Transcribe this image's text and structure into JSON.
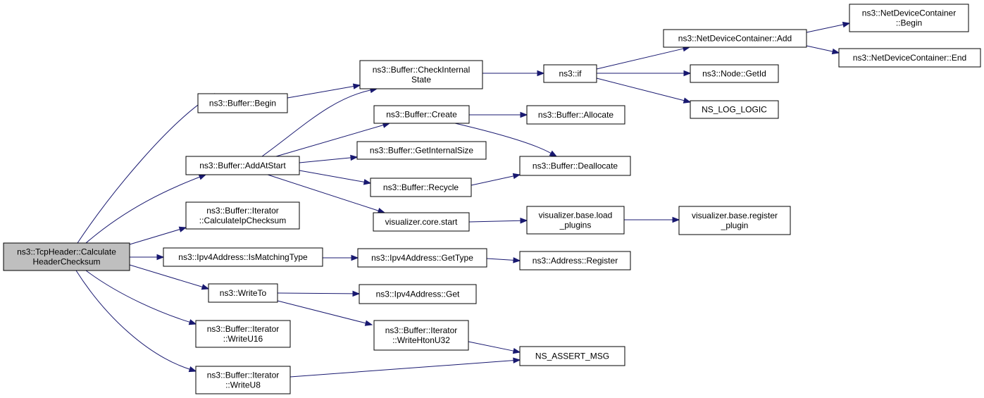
{
  "colors": {
    "edge": "#191970",
    "root_fill": "#bfbfbf",
    "node_fill": "#ffffff",
    "node_border": "#000000"
  },
  "nodes": [
    {
      "id": "calc_header_checksum",
      "lines": [
        "ns3::TcpHeader::Calculate",
        "HeaderChecksum"
      ],
      "root": true
    },
    {
      "id": "buffer_begin",
      "lines": [
        "ns3::Buffer::Begin"
      ]
    },
    {
      "id": "buffer_add_at_start",
      "lines": [
        "ns3::Buffer::AddAtStart"
      ]
    },
    {
      "id": "iterator_calc_ip_checksum",
      "lines": [
        "ns3::Buffer::Iterator",
        "::CalculateIpChecksum"
      ]
    },
    {
      "id": "ipv4_is_matching_type",
      "lines": [
        "ns3::Ipv4Address::IsMatchingType"
      ]
    },
    {
      "id": "write_to",
      "lines": [
        "ns3::WriteTo"
      ]
    },
    {
      "id": "iterator_write_u16",
      "lines": [
        "ns3::Buffer::Iterator",
        "::WriteU16"
      ]
    },
    {
      "id": "iterator_write_u8",
      "lines": [
        "ns3::Buffer::Iterator",
        "::WriteU8"
      ]
    },
    {
      "id": "buffer_check_internal_state",
      "lines": [
        "ns3::Buffer::CheckInternal",
        "State"
      ]
    },
    {
      "id": "buffer_create",
      "lines": [
        "ns3::Buffer::Create"
      ]
    },
    {
      "id": "buffer_get_internal_size",
      "lines": [
        "ns3::Buffer::GetInternalSize"
      ]
    },
    {
      "id": "buffer_recycle",
      "lines": [
        "ns3::Buffer::Recycle"
      ]
    },
    {
      "id": "visualizer_core_start",
      "lines": [
        "visualizer.core.start"
      ]
    },
    {
      "id": "ipv4_get_type",
      "lines": [
        "ns3::Ipv4Address::GetType"
      ]
    },
    {
      "id": "ipv4_get",
      "lines": [
        "ns3::Ipv4Address::Get"
      ]
    },
    {
      "id": "iterator_write_hton_u32",
      "lines": [
        "ns3::Buffer::Iterator",
        "::WriteHtonU32"
      ]
    },
    {
      "id": "ns3_if",
      "lines": [
        "ns3::if"
      ]
    },
    {
      "id": "buffer_allocate",
      "lines": [
        "ns3::Buffer::Allocate"
      ]
    },
    {
      "id": "buffer_deallocate",
      "lines": [
        "ns3::Buffer::Deallocate"
      ]
    },
    {
      "id": "visualizer_load_plugins",
      "lines": [
        "visualizer.base.load",
        "_plugins"
      ]
    },
    {
      "id": "address_register",
      "lines": [
        "ns3::Address::Register"
      ]
    },
    {
      "id": "ns_assert_msg",
      "lines": [
        "NS_ASSERT_MSG"
      ]
    },
    {
      "id": "netdevicecontainer_add",
      "lines": [
        "ns3::NetDeviceContainer::Add"
      ]
    },
    {
      "id": "node_get_id",
      "lines": [
        "ns3::Node::GetId"
      ]
    },
    {
      "id": "ns_log_logic",
      "lines": [
        "NS_LOG_LOGIC"
      ]
    },
    {
      "id": "visualizer_register_plugin",
      "lines": [
        "visualizer.base.register",
        "_plugin"
      ]
    },
    {
      "id": "netdevicecontainer_begin",
      "lines": [
        "ns3::NetDeviceContainer",
        "::Begin"
      ]
    },
    {
      "id": "netdevicecontainer_end",
      "lines": [
        "ns3::NetDeviceContainer::End"
      ]
    }
  ],
  "edges": [
    [
      "calc_header_checksum",
      "buffer_begin"
    ],
    [
      "calc_header_checksum",
      "buffer_add_at_start"
    ],
    [
      "calc_header_checksum",
      "iterator_calc_ip_checksum"
    ],
    [
      "calc_header_checksum",
      "ipv4_is_matching_type"
    ],
    [
      "calc_header_checksum",
      "write_to"
    ],
    [
      "calc_header_checksum",
      "iterator_write_u16"
    ],
    [
      "calc_header_checksum",
      "iterator_write_u8"
    ],
    [
      "buffer_begin",
      "buffer_check_internal_state"
    ],
    [
      "buffer_add_at_start",
      "buffer_check_internal_state"
    ],
    [
      "buffer_add_at_start",
      "buffer_create"
    ],
    [
      "buffer_add_at_start",
      "buffer_get_internal_size"
    ],
    [
      "buffer_add_at_start",
      "buffer_recycle"
    ],
    [
      "buffer_add_at_start",
      "visualizer_core_start"
    ],
    [
      "buffer_check_internal_state",
      "ns3_if"
    ],
    [
      "buffer_create",
      "buffer_allocate"
    ],
    [
      "buffer_create",
      "buffer_deallocate"
    ],
    [
      "buffer_recycle",
      "buffer_deallocate"
    ],
    [
      "visualizer_core_start",
      "visualizer_load_plugins"
    ],
    [
      "visualizer_load_plugins",
      "visualizer_register_plugin"
    ],
    [
      "ipv4_is_matching_type",
      "ipv4_get_type"
    ],
    [
      "ipv4_get_type",
      "address_register"
    ],
    [
      "write_to",
      "ipv4_get"
    ],
    [
      "write_to",
      "iterator_write_hton_u32"
    ],
    [
      "iterator_write_hton_u32",
      "ns_assert_msg"
    ],
    [
      "iterator_write_u8",
      "ns_assert_msg"
    ],
    [
      "ns3_if",
      "netdevicecontainer_add"
    ],
    [
      "ns3_if",
      "node_get_id"
    ],
    [
      "ns3_if",
      "ns_log_logic"
    ],
    [
      "netdevicecontainer_add",
      "netdevicecontainer_begin"
    ],
    [
      "netdevicecontainer_add",
      "netdevicecontainer_end"
    ]
  ]
}
